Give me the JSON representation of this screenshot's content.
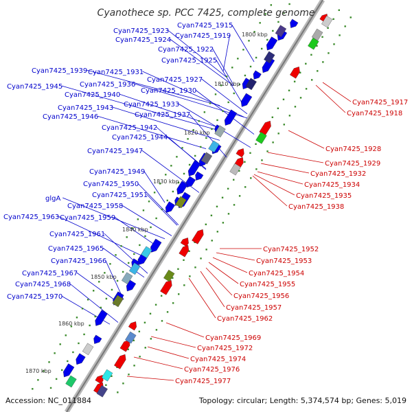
{
  "title": "Cyanothece sp. PCC 7425, complete genome",
  "footer": {
    "accession": "Accession: NC_011884",
    "info": "Topology: circular; Length: 5,374,574 bp; Genes: 5,019"
  },
  "colors": {
    "forward_label": "#0000cc",
    "reverse_label": "#cc0000",
    "forward_gene": "#0000ee",
    "reverse_gene": "#ee0000",
    "backbone": "#999999",
    "tick": "#3a8a2a"
  },
  "kbp_marks": [
    "1800 kbp",
    "1810 kbp",
    "1820 kbp",
    "1830 kbp",
    "1840 kbp",
    "1850 kbp",
    "1860 kbp",
    "1870 kbp"
  ],
  "forward_labels": [
    "Cyan7425_1915",
    "Cyan7425_1923",
    "Cyan7425_1919",
    "Cyan7425_1924",
    "Cyan7425_1922",
    "Cyan7425_1925",
    "Cyan7425_1939",
    "Cyan7425_1931",
    "Cyan7425_1927",
    "Cyan7425_1945",
    "Cyan7425_1936",
    "Cyan7425_1930",
    "Cyan7425_1940",
    "Cyan7425_1933",
    "Cyan7425_1943",
    "Cyan7425_1937",
    "Cyan7425_1946",
    "Cyan7425_1942",
    "Cyan7425_1944",
    "Cyan7425_1947",
    "Cyan7425_1949",
    "Cyan7425_1950",
    "Cyan7425_1951",
    "glgA",
    "Cyan7425_1958",
    "Cyan7425_1963",
    "Cyan7425_1959",
    "Cyan7425_1961",
    "Cyan7425_1965",
    "Cyan7425_1966",
    "Cyan7425_1967",
    "Cyan7425_1968",
    "Cyan7425_1970"
  ],
  "reverse_labels": [
    "Cyan7425_1917",
    "Cyan7425_1918",
    "Cyan7425_1928",
    "Cyan7425_1929",
    "Cyan7425_1932",
    "Cyan7425_1934",
    "Cyan7425_1935",
    "Cyan7425_1938",
    "Cyan7425_1952",
    "Cyan7425_1953",
    "Cyan7425_1954",
    "Cyan7425_1955",
    "Cyan7425_1956",
    "Cyan7425_1957",
    "Cyan7425_1962",
    "Cyan7425_1969",
    "Cyan7425_1972",
    "Cyan7425_1974",
    "Cyan7425_1976",
    "Cyan7425_1977"
  ]
}
